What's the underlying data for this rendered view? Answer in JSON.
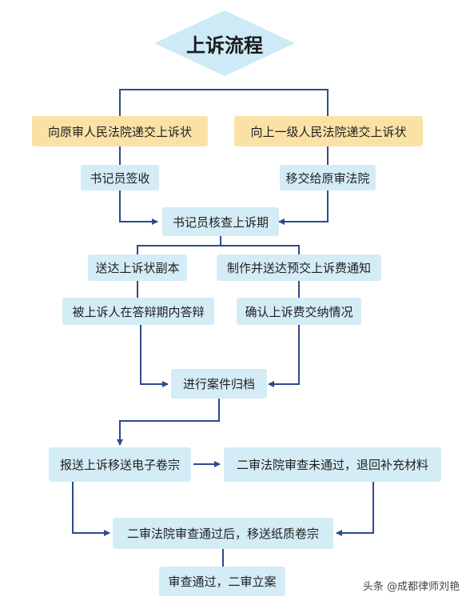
{
  "colors": {
    "line": "#2c4a8c",
    "node_fill": "#d4ecf6",
    "highlight_fill": "#fae2a6",
    "diamond_fill": "#cdeaf6"
  },
  "diagram": {
    "title": "上诉流程",
    "nodes": {
      "submit_original": "向原审人民法院递交上诉状",
      "submit_higher": "向上一级人民法院递交上诉状",
      "clerk_sign": "书记员签收",
      "transfer_original": "移交给原审法院",
      "clerk_check": "书记员核查上诉期",
      "serve_copy": "送达上诉状副本",
      "fee_notice": "制作并送达预交上诉费通知",
      "appellee_reply": "被上诉人在答辩期内答辩",
      "confirm_fee": "确认上诉费交纳情况",
      "archive": "进行案件归档",
      "report_e_file": "报送上诉移送电子卷宗",
      "review_failed": "二审法院审查未通过，退回补充材料",
      "review_passed": "二审法院审查通过后，移送纸质卷宗",
      "filed": "审查通过，二审立案"
    }
  },
  "watermark": "头条 @成都律师刘艳"
}
